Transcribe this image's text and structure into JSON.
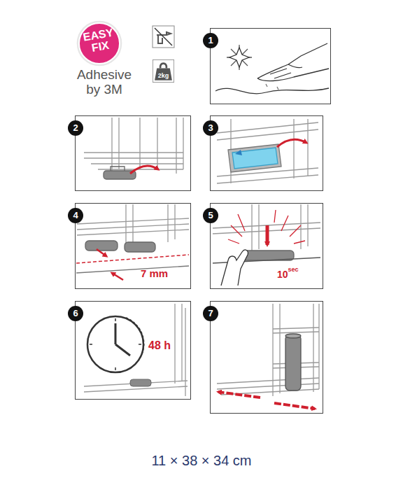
{
  "diagram": {
    "nodes": [
      {
        "text": [
          "EASY FIX"
        ]
      },
      {
        "text": [
          "2kg"
        ]
      },
      {
        "text": [
          "1"
        ]
      },
      {
        "text": [
          "2"
        ]
      },
      {
        "text": [
          "3"
        ]
      },
      {
        "text": [
          "4",
          "7 mm"
        ]
      },
      {
        "text": [
          "5",
          "10",
          "sec"
        ]
      },
      {
        "text": [
          "6",
          "48 h"
        ]
      },
      {
        "text": [
          "7"
        ]
      }
    ],
    "labels": [
      "Adhesive by 3M",
      "11 × 38 × 34 cm"
    ]
  }
}
